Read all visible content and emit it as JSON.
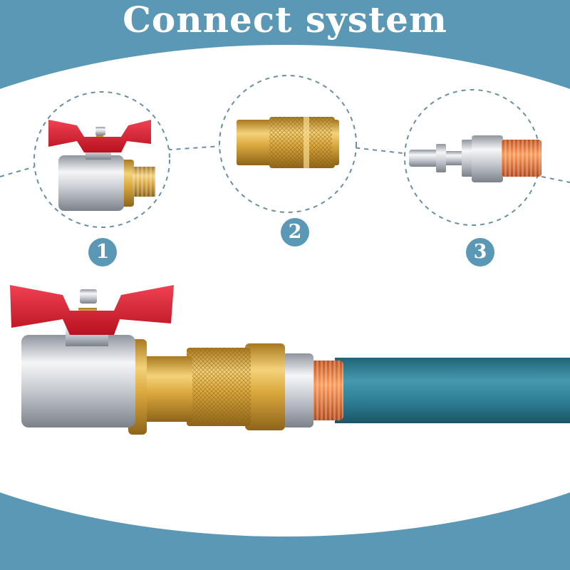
{
  "header": {
    "title": "Connect system"
  },
  "steps": [
    {
      "number": "1",
      "part": "ball-valve"
    },
    {
      "number": "2",
      "part": "female-coupler"
    },
    {
      "number": "3",
      "part": "male-plug"
    }
  ],
  "colors": {
    "background_teal": "#5a98b6",
    "hose_teal": "#2f8097",
    "brass": "#d9a93c",
    "handle_red": "#d81d2e",
    "thread_orange": "#f0742d",
    "chrome": "#c9ced6",
    "dashed_line": "#6a8fa0"
  }
}
